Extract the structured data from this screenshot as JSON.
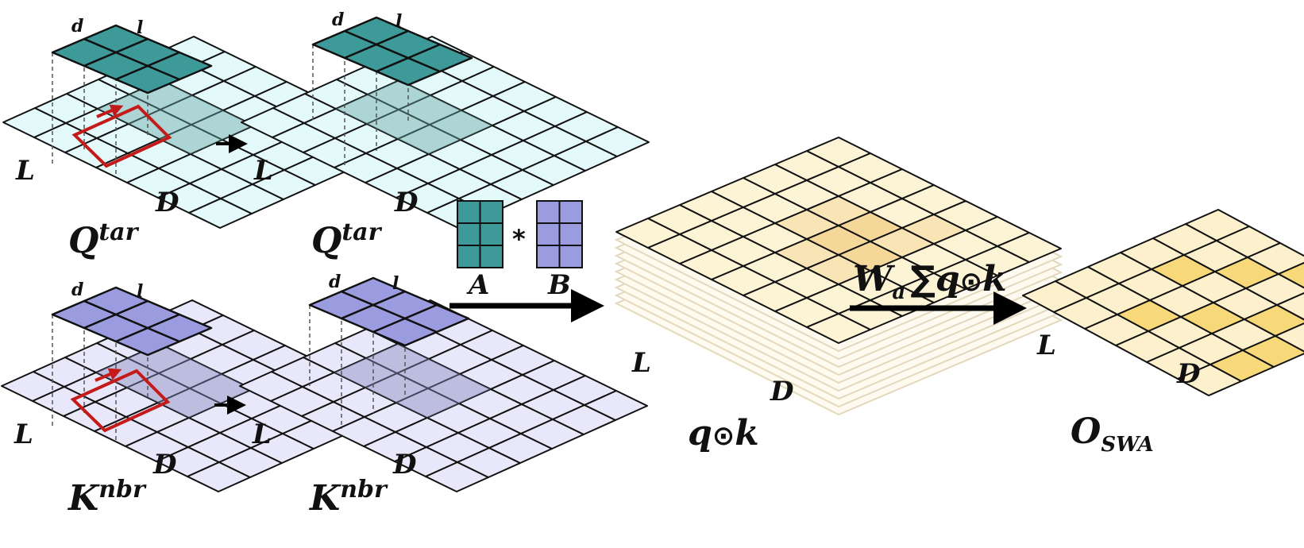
{
  "colors": {
    "q_slice": "#3e9a98",
    "q_plane": "#e4fafa",
    "k_slice": "#9b9be0",
    "k_plane": "#e8e8fa",
    "window": "#c41a1a",
    "qk_base": "#fdf4d6",
    "qk_highlight": "#f7dea3",
    "out_base": "#fdf1cd",
    "out_highlight": "#f8d97a",
    "stack_edge": "#e3d8bd"
  },
  "labels": {
    "q1": {
      "d": "d",
      "l": "l",
      "L": "L",
      "D": "D",
      "main": "Q",
      "sup": "tar"
    },
    "q2": {
      "d": "d",
      "l": "l",
      "L": "L",
      "D": "D",
      "main": "Q",
      "sup": "tar"
    },
    "k1": {
      "d": "d",
      "l": "l",
      "L": "L",
      "D": "D",
      "main": "K",
      "sup": "nbr"
    },
    "k2": {
      "d": "d",
      "l": "l",
      "L": "L",
      "D": "D",
      "main": "K",
      "sup": "nbr"
    },
    "matA": "A",
    "matB": "B",
    "star": "*",
    "qk": {
      "L": "L",
      "D": "D",
      "q": "q",
      "odot": "⊙",
      "k": "k"
    },
    "formula": {
      "W": "W",
      "a": "a",
      "sum": "∑",
      "q": "q",
      "odot": "⊙",
      "k": "k"
    },
    "out": {
      "L": "L",
      "D": "D",
      "O": "O",
      "sub": "SWA"
    }
  }
}
